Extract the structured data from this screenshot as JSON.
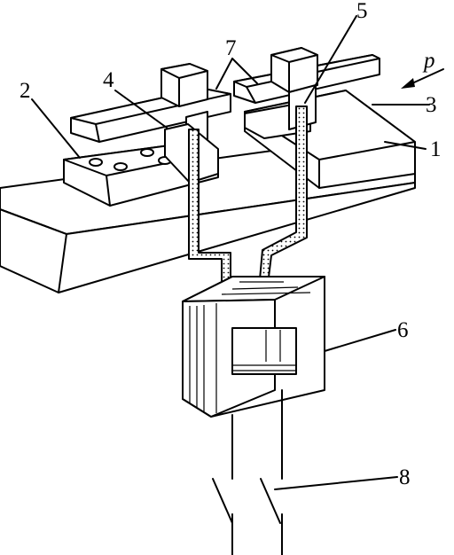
{
  "diagram": {
    "labels": {
      "l1": "1",
      "l2": "2",
      "l3": "3",
      "l4": "4",
      "l5": "5",
      "l6": "6",
      "l7": "7",
      "l8": "8",
      "p": "p"
    }
  }
}
